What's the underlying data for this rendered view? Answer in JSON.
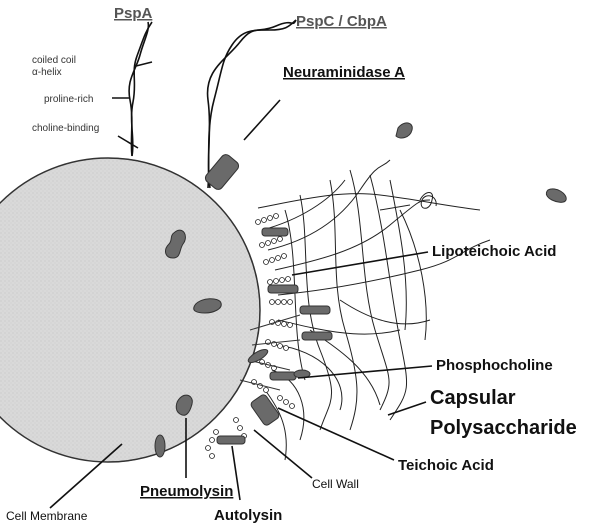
{
  "labels": {
    "pspa": "PspA",
    "pspc": "PspC / CbpA",
    "neuraminidase": "Neuraminidase A",
    "coiled_coil_1": "coiled coil",
    "coiled_coil_2": "α-helix",
    "proline_rich": "proline-rich",
    "choline_binding": "choline-binding",
    "lipoteichoic": "Lipoteichoic Acid",
    "phosphocholine": "Phosphocholine",
    "capsular_1": "Capsular",
    "capsular_2": "Polysaccharide",
    "teichoic": "Teichoic Acid",
    "pneumolysin": "Pneumolysin",
    "cell_wall": "Cell Wall",
    "cell_membrane": "Cell Membrane",
    "autolysin": "Autolysin"
  },
  "colors": {
    "cell_fill": "#dcdcdc",
    "protein_fill": "#6a6a6a",
    "line": "#111111"
  }
}
